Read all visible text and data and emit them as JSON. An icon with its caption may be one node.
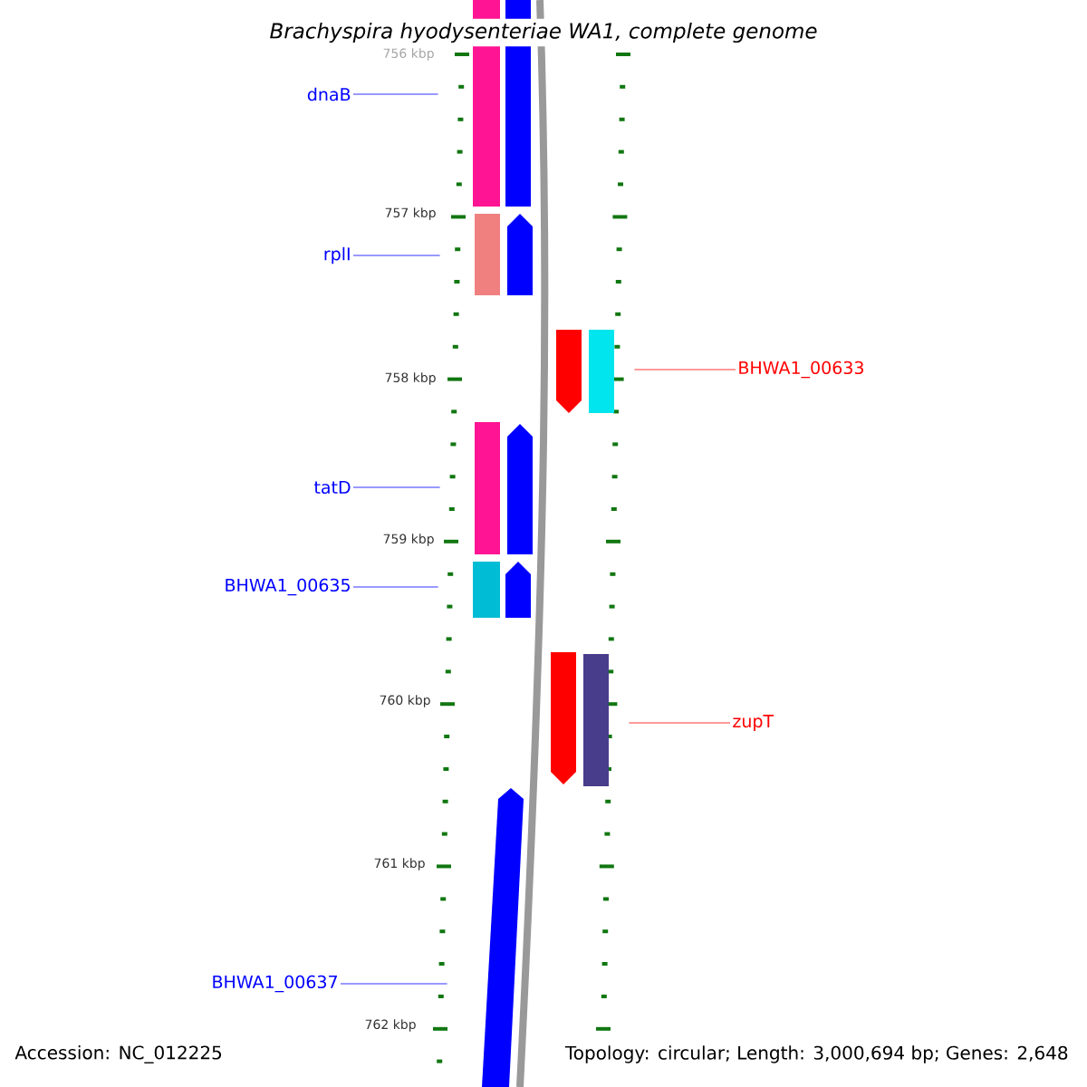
{
  "diagram": {
    "title": "Brachyspira hyodysenteriae WA1, complete genome",
    "nodes": [
      {
        "text": [
          "dnaB"
        ]
      },
      {
        "text": [
          "rplI"
        ]
      },
      {
        "text": [
          "BHWA1_00633"
        ]
      },
      {
        "text": [
          "tatD"
        ]
      },
      {
        "text": [
          "BHWA1_00635"
        ]
      },
      {
        "text": [
          "zupT"
        ]
      },
      {
        "text": [
          "BHWA1_00637"
        ]
      },
      {
        "text": [],
        "shape": "bar"
      },
      {
        "text": [],
        "shape": "bar"
      },
      {
        "text": [],
        "shape": "bar"
      },
      {
        "text": [],
        "shape": "pentagon"
      },
      {
        "text": [],
        "shape": "pentagon"
      },
      {
        "text": [],
        "shape": "bar"
      },
      {
        "text": [],
        "shape": "bar"
      },
      {
        "text": [],
        "shape": "pentagon"
      },
      {
        "text": [],
        "shape": "bar"
      },
      {
        "text": [],
        "shape": "pentagon"
      },
      {
        "text": [],
        "shape": "pentagon"
      },
      {
        "text": [],
        "shape": "bar"
      },
      {
        "text": [],
        "shape": "pentagon"
      }
    ],
    "edges": [
      {
        "from": 0,
        "to": 7,
        "arrow": "none"
      },
      {
        "from": 1,
        "to": 9,
        "arrow": "none"
      },
      {
        "from": 2,
        "to": 12,
        "arrow": "none",
        "color": "#ff0000"
      },
      {
        "from": 3,
        "to": 13,
        "arrow": "none"
      },
      {
        "from": 4,
        "to": 15,
        "arrow": "none"
      },
      {
        "from": 5,
        "to": 18,
        "arrow": "none",
        "color": "#ff0000"
      },
      {
        "from": 6,
        "to": 19,
        "arrow": "none"
      }
    ],
    "labels": [
      "756 kbp",
      "757 kbp",
      "758 kbp",
      "759 kbp",
      "760 kbp",
      "761 kbp",
      "762 kbp",
      "Accession: NC_012225",
      "Topology: circular; Length: 3,000,694 bp; Genes: 2,648"
    ]
  }
}
